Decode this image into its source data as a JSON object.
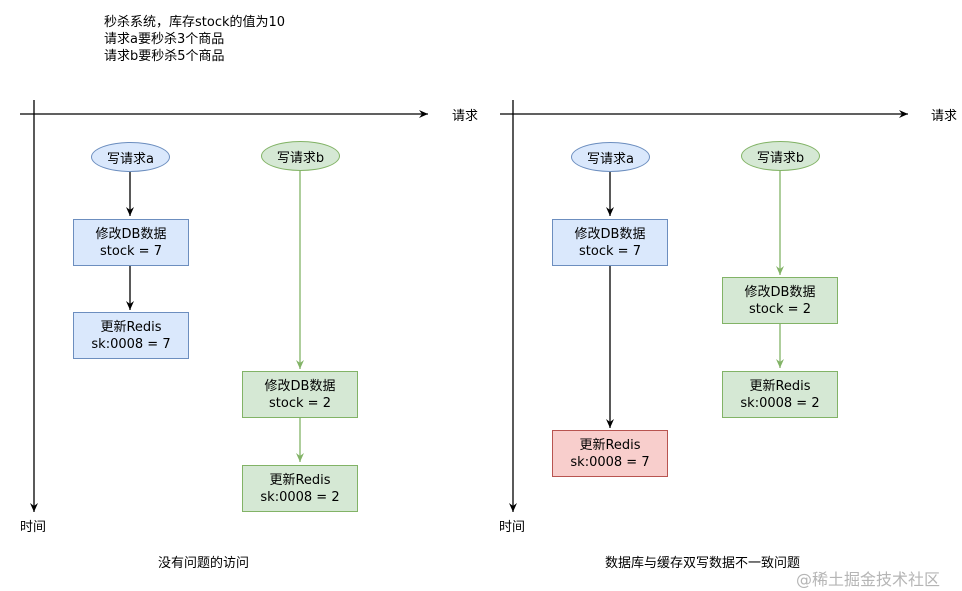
{
  "note": {
    "line1": "秒杀系统，库存stock的值为10",
    "line2": "请求a要秒杀3个商品",
    "line3": "请求b要秒杀5个商品"
  },
  "left": {
    "x_axis_label": "请求",
    "y_axis_label": "时间",
    "req_a": "写请求a",
    "req_b": "写请求b",
    "a_db": {
      "line1": "修改DB数据",
      "line2": "stock = 7"
    },
    "a_redis": {
      "line1": "更新Redis",
      "line2": "sk:0008 = 7"
    },
    "b_db": {
      "line1": "修改DB数据",
      "line2": "stock = 2"
    },
    "b_redis": {
      "line1": "更新Redis",
      "line2": "sk:0008 = 2"
    },
    "caption": "没有问题的访问"
  },
  "right": {
    "x_axis_label": "请求",
    "y_axis_label": "时间",
    "req_a": "写请求a",
    "req_b": "写请求b",
    "a_db": {
      "line1": "修改DB数据",
      "line2": "stock = 7"
    },
    "b_db": {
      "line1": "修改DB数据",
      "line2": "stock = 2"
    },
    "b_redis": {
      "line1": "更新Redis",
      "line2": "sk:0008 = 2"
    },
    "a_redis": {
      "line1": "更新Redis",
      "line2": "sk:0008 = 7"
    },
    "caption": "数据库与缓存双写数据不一致问题"
  },
  "watermark": "@稀土掘金技术社区",
  "colors": {
    "blue_fill": "#dae8fc",
    "blue_stroke": "#6c8ebf",
    "green_fill": "#d5e8d4",
    "green_stroke": "#82b366",
    "red_fill": "#f8cecc",
    "red_stroke": "#b85450"
  }
}
